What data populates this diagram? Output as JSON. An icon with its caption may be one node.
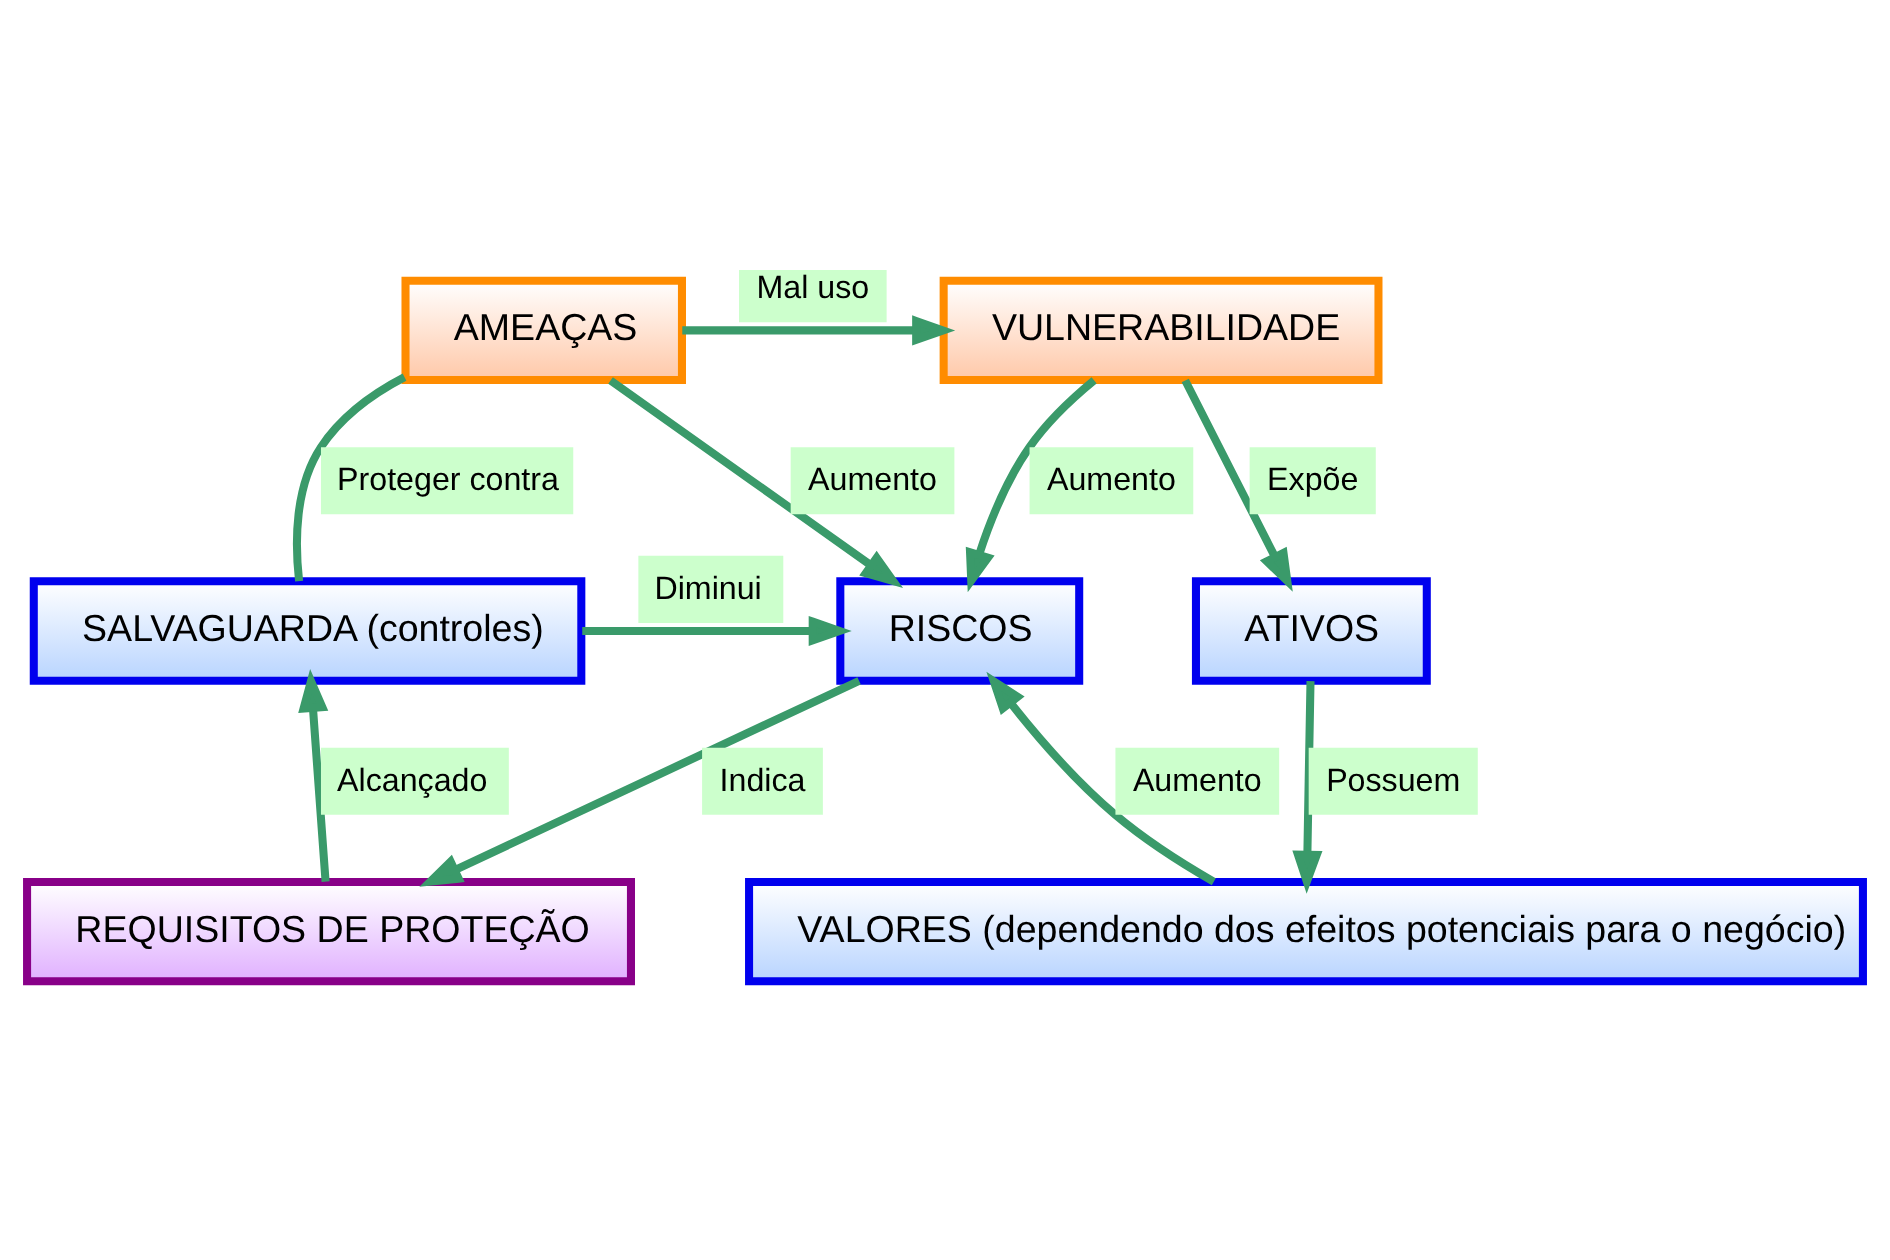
{
  "diagram": {
    "nodes": [
      {
        "text": [
          "AMEAÇAS"
        ]
      },
      {
        "text": [
          "VULNERABILIDADE"
        ]
      },
      {
        "text": [
          "SALVAGUARDA (controles)"
        ]
      },
      {
        "text": [
          "RISCOS"
        ]
      },
      {
        "text": [
          "ATIVOS"
        ]
      },
      {
        "text": [
          "REQUISITOS DE PROTEÇÃO"
        ]
      },
      {
        "text": [
          "VALORES (dependendo dos efeitos potenciais para o negócio)"
        ]
      }
    ],
    "edges": [
      {
        "from": 0,
        "to": 1,
        "arrow": "to",
        "label": "Mal uso"
      },
      {
        "from": 2,
        "to": 0,
        "arrow": "none",
        "label": "Proteger contra"
      },
      {
        "from": 0,
        "to": 3,
        "arrow": "to",
        "label": "Aumento"
      },
      {
        "from": 1,
        "to": 3,
        "arrow": "to",
        "label": "Aumento"
      },
      {
        "from": 1,
        "to": 4,
        "arrow": "to",
        "label": "Expõe"
      },
      {
        "from": 2,
        "to": 3,
        "arrow": "to",
        "label": "Diminui"
      },
      {
        "from": 5,
        "to": 2,
        "arrow": "to",
        "label": "Alcançado"
      },
      {
        "from": 3,
        "to": 5,
        "arrow": "to",
        "label": "Indica"
      },
      {
        "from": 6,
        "to": 3,
        "arrow": "to",
        "label": "Aumento"
      },
      {
        "from": 4,
        "to": 6,
        "arrow": "to",
        "label": "Possuem"
      }
    ]
  }
}
